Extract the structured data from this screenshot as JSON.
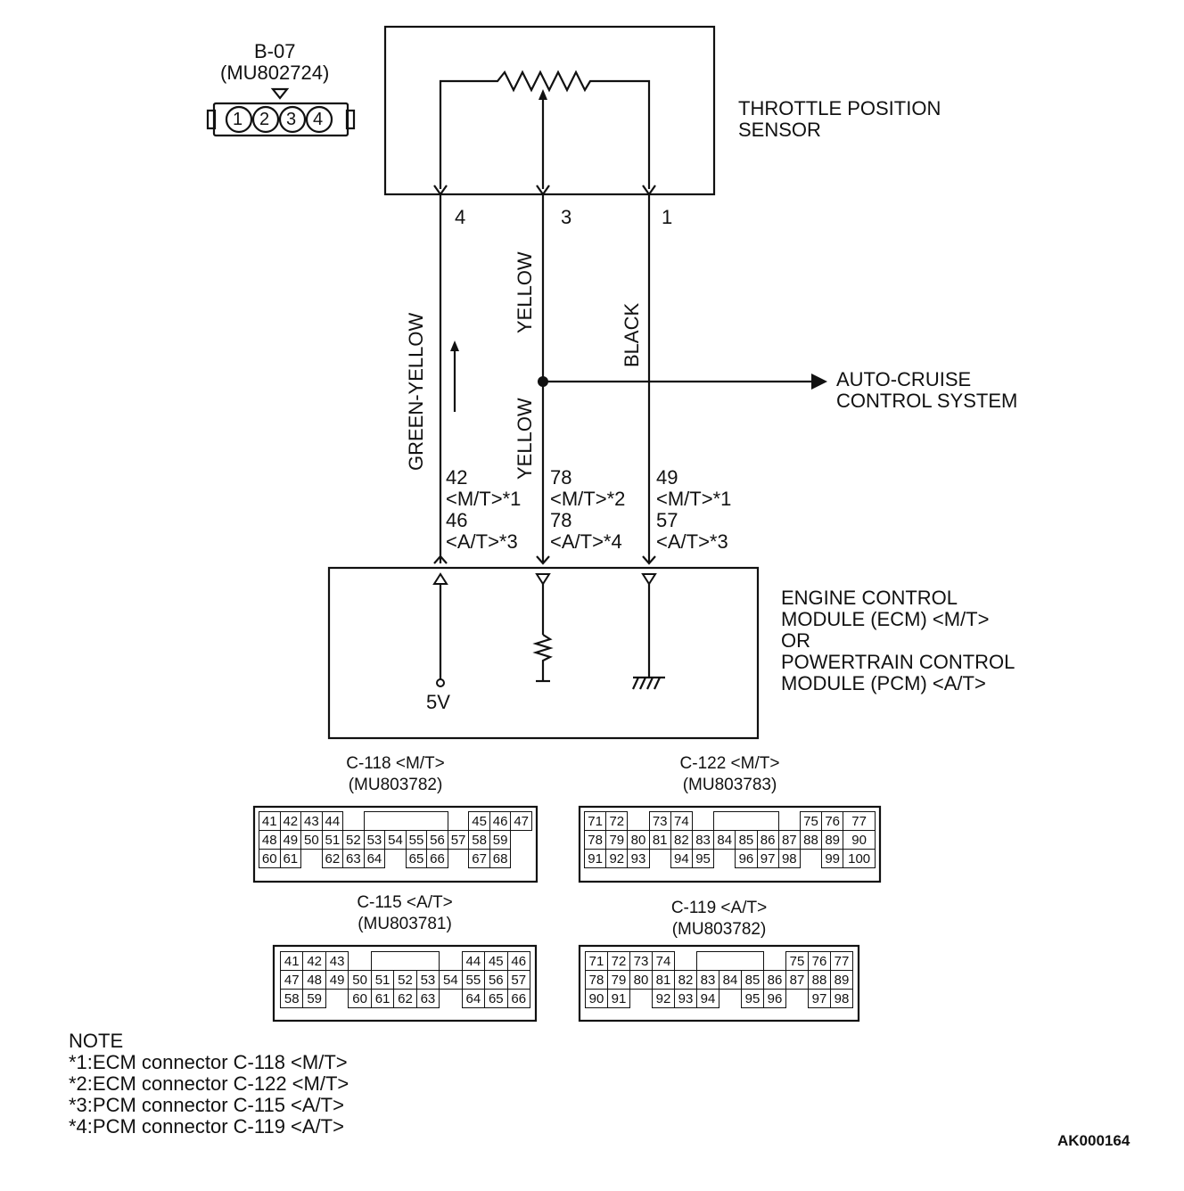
{
  "b07": {
    "name": "B-07",
    "part": "(MU802724)",
    "pins": [
      "1",
      "2",
      "3",
      "4"
    ]
  },
  "sensor": {
    "line1": "THROTTLE POSITION",
    "line2": "SENSOR"
  },
  "pins": {
    "p4": "4",
    "p3": "3",
    "p1": "1"
  },
  "wires": {
    "green_yellow": "GREEN-YELLOW",
    "yellow_top": "YELLOW",
    "yellow_bottom": "YELLOW",
    "black": "BLACK"
  },
  "auto_cruise": {
    "line1": "AUTO-CRUISE",
    "line2": "CONTROL SYSTEM"
  },
  "term_gy": [
    "42",
    "<M/T>*1",
    "46",
    "<A/T>*3"
  ],
  "term_y": [
    "78",
    "<M/T>*2",
    "78",
    "<A/T>*4"
  ],
  "term_b": [
    "49",
    "<M/T>*1",
    "57",
    "<A/T>*3"
  ],
  "ecm": {
    "l1": "ENGINE CONTROL",
    "l2": "MODULE (ECM) <M/T>",
    "l3": "OR",
    "l4": "POWERTRAIN CONTROL",
    "l5": "MODULE (PCM) <A/T>"
  },
  "five_v": "5V",
  "c118": {
    "name": "C-118 <M/T>",
    "part": "(MU803782)",
    "rows": [
      [
        "41",
        "42",
        "43",
        "44",
        "",
        "",
        "",
        "45",
        "46",
        "47"
      ],
      [
        "48",
        "49",
        "50",
        "51",
        "52",
        "53",
        "54",
        "55",
        "56",
        "57",
        "58",
        "59"
      ],
      [
        "60",
        "61",
        "",
        "62",
        "63",
        "64",
        "",
        "65",
        "66",
        "",
        "67",
        "68"
      ]
    ]
  },
  "c122": {
    "name": "C-122 <M/T>",
    "part": "(MU803783)",
    "rows": [
      [
        "71",
        "72",
        "",
        "73",
        "74",
        "",
        "",
        "75",
        "76",
        "77"
      ],
      [
        "78",
        "79",
        "80",
        "81",
        "82",
        "83",
        "84",
        "85",
        "86",
        "87",
        "88",
        "89",
        "90"
      ],
      [
        "91",
        "92",
        "93",
        "",
        "94",
        "95",
        "",
        "96",
        "97",
        "98",
        "",
        "99",
        "100"
      ]
    ]
  },
  "c115": {
    "name": "C-115 <A/T>",
    "part": "(MU803781)",
    "rows": [
      [
        "41",
        "42",
        "43",
        "",
        "",
        "44",
        "45",
        "46"
      ],
      [
        "47",
        "48",
        "49",
        "50",
        "51",
        "52",
        "53",
        "54",
        "55",
        "56",
        "57"
      ],
      [
        "58",
        "59",
        "",
        "60",
        "61",
        "62",
        "63",
        "",
        "64",
        "65",
        "66"
      ]
    ]
  },
  "c119": {
    "name": "C-119 <A/T>",
    "part": "(MU803782)",
    "rows": [
      [
        "71",
        "72",
        "73",
        "74",
        "",
        "",
        "75",
        "76",
        "77"
      ],
      [
        "78",
        "79",
        "80",
        "81",
        "82",
        "83",
        "84",
        "85",
        "86",
        "87",
        "88",
        "89"
      ],
      [
        "90",
        "91",
        "",
        "92",
        "93",
        "94",
        "",
        "95",
        "96",
        "",
        "97",
        "98"
      ]
    ]
  },
  "notes": {
    "title": "NOTE",
    "lines": [
      "*1:ECM connector C-118 <M/T>",
      "*2:ECM connector C-122 <M/T>",
      "*3:PCM connector C-115 <A/T>",
      "*4:PCM connector C-119 <A/T>"
    ]
  },
  "code": "AK000164"
}
